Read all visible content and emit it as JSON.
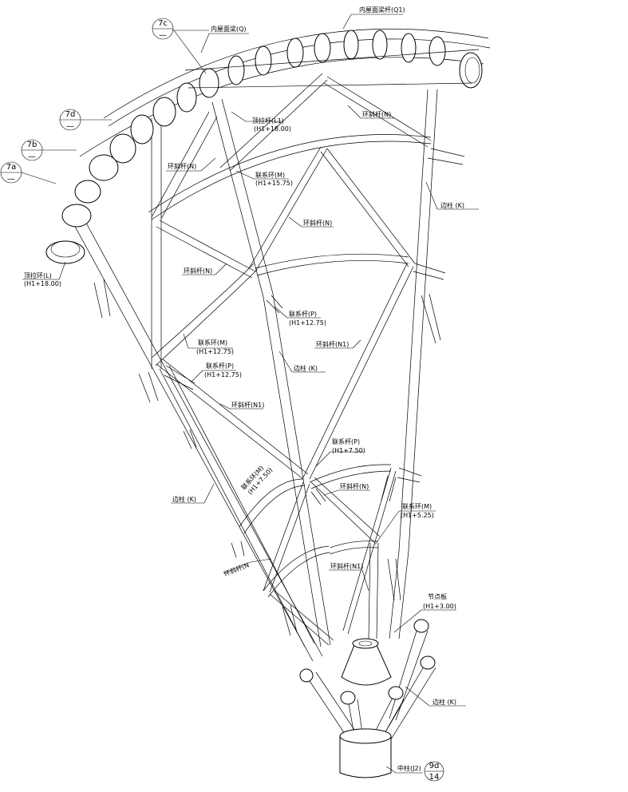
{
  "labels": {
    "inner_roof_bar": "内屋面梁杆(Q1)",
    "inner_roof_beam": "内屋面梁(Q)",
    "top_tie_l1": "顶拉杆(L1)",
    "top_tie_l1_elev": "(H1+18.00)",
    "ring_diag_n_top_right": "环斜杆(N)",
    "ring_diag_n_top_left": "环斜杆(N)",
    "link_ring_m_1575": "联系环(M)",
    "link_ring_m_1575_elev": "(H1+15.75)",
    "edge_col_k_right": "边柱 (K)",
    "ring_diag_n_mid": "环斜杆(N)",
    "ring_diag_n_left": "环斜杆(N)",
    "top_ring_l": "顶拉环(L)",
    "top_ring_l_elev": "(H1+18.00)",
    "link_bar_p_1275_center": "联系杆(P)",
    "link_bar_p_1275_center_elev": "(H1+12.75)",
    "ring_diag_n1_center": "环斜杆(N1)",
    "link_ring_m_1275": "联系环(M)",
    "link_ring_m_1275_elev": "(H1+12.75)",
    "link_bar_p_1275_left": "联系杆(P)",
    "link_bar_p_1275_left_elev": "(H1+12.75)",
    "edge_col_k_center": "边柱 (K)",
    "ring_diag_n1_left": "环斜杆(N1)",
    "link_bar_p_750": "联系杆(P)",
    "link_bar_p_750_elev": "(H1+7.50)",
    "link_ring_m_750": "联系环(M)",
    "link_ring_m_750_elev": "(H1+7.50)",
    "ring_diag_n_low": "环斜杆(N)",
    "edge_col_k_left": "边柱 (K)",
    "link_ring_m_525": "联系环(M)",
    "link_ring_m_525_elev": "(H1+5.25)",
    "ring_diag_n_bottom_left": "环斜杆(N",
    "ring_diag_n1_bottom": "环斜杆(N1)",
    "node_plate": "节点板",
    "node_plate_elev": "(H1+3.00)",
    "edge_col_k_bottom": "边柱 (K)",
    "center_col_j2": "中柱(J2)"
  },
  "callouts": {
    "c7c": "7c",
    "c7d": "7d",
    "c7b": "7b",
    "c7a": "7a",
    "c9d_top": "9d",
    "c9d_bottom": "14",
    "dash": "—"
  }
}
